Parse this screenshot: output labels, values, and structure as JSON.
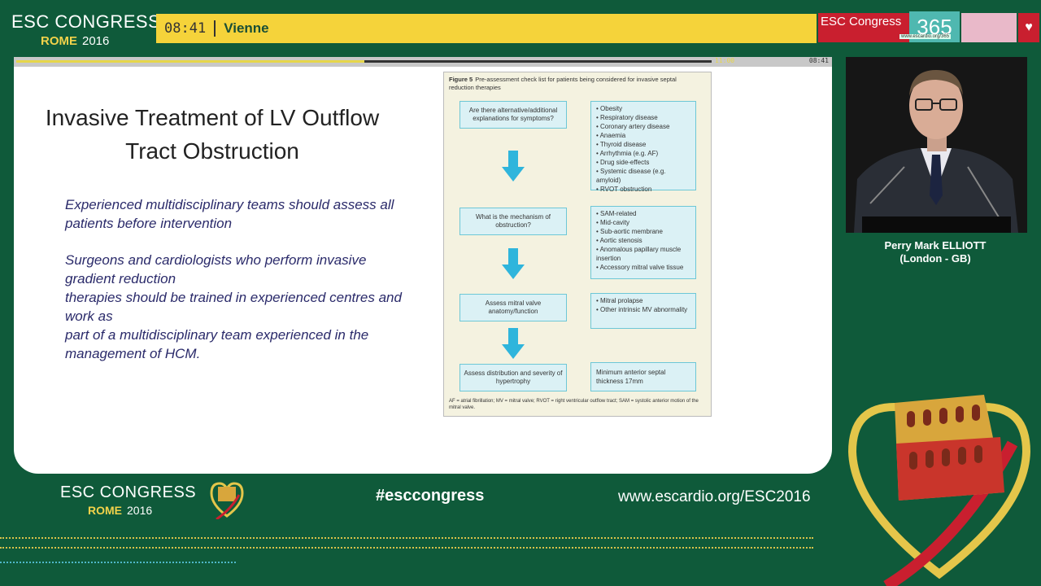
{
  "header": {
    "logo_line1": "ESC CONGRESS",
    "logo_city": "ROME",
    "logo_year": "2016",
    "time": "08:41",
    "room": "Vienne",
    "esc365_label": "ESC Congress",
    "esc365_number": "365",
    "esc365_url": "www.escardio.org/365"
  },
  "progress": {
    "elapsed_fraction": 0.5,
    "end_time": "11:00",
    "current_time": "08:41"
  },
  "slide": {
    "title": "Invasive Treatment of LV Outflow Tract Obstruction",
    "paragraph1": "Experienced multidisciplinary teams should assess all patients before intervention",
    "paragraph2": "Surgeons and cardiologists who perform invasive gradient reduction\ntherapies should be trained in experienced centres and work as\npart of a multidisciplinary team experienced in the management of HCM.",
    "figure": {
      "label": "Figure 5",
      "caption": "Pre-assessment check list for patients being considered for invasive septal reduction therapies",
      "q1": "Are there alternative/additional explanations for symptoms?",
      "q2": "What is the mechanism of obstruction?",
      "q3": "Assess mitral valve anatomy/function",
      "q4": "Assess distribution and severity of hypertrophy",
      "a1": [
        "Obesity",
        "Respiratory disease",
        "Coronary artery disease",
        "Anaemia",
        "Thyroid disease",
        "Arrhythmia (e.g. AF)",
        "Drug side-effects",
        "Systemic disease (e.g. amyloid)",
        "RVOT obstruction"
      ],
      "a2": [
        "SAM-related",
        "Mid-cavity",
        "Sub-aortic membrane",
        "Aortic stenosis",
        "Anomalous papillary muscle insertion",
        "Accessory mitral valve tissue"
      ],
      "a3": [
        "Mitral prolapse",
        "Other intrinsic MV abnormality"
      ],
      "a4": "Minimum anterior septal thickness 17mm",
      "footnote": "AF = atrial fibrillation; MV = mitral valve; RVOT = right ventricular outflow tract; SAM = systolic anterior motion of the mitral valve."
    }
  },
  "speaker": {
    "name": "Perry Mark ELLIOTT",
    "location": "(London - GB)"
  },
  "footer": {
    "logo_line1": "ESC CONGRESS",
    "logo_city": "ROME",
    "logo_year": "2016",
    "hashtag": "#esccongress",
    "url": "www.escardio.org/ESC2016"
  },
  "colors": {
    "background": "#0f5a3a",
    "accent_yellow": "#f5d33a",
    "esc_red": "#c91f2f",
    "esc_teal": "#4fb8b0"
  }
}
